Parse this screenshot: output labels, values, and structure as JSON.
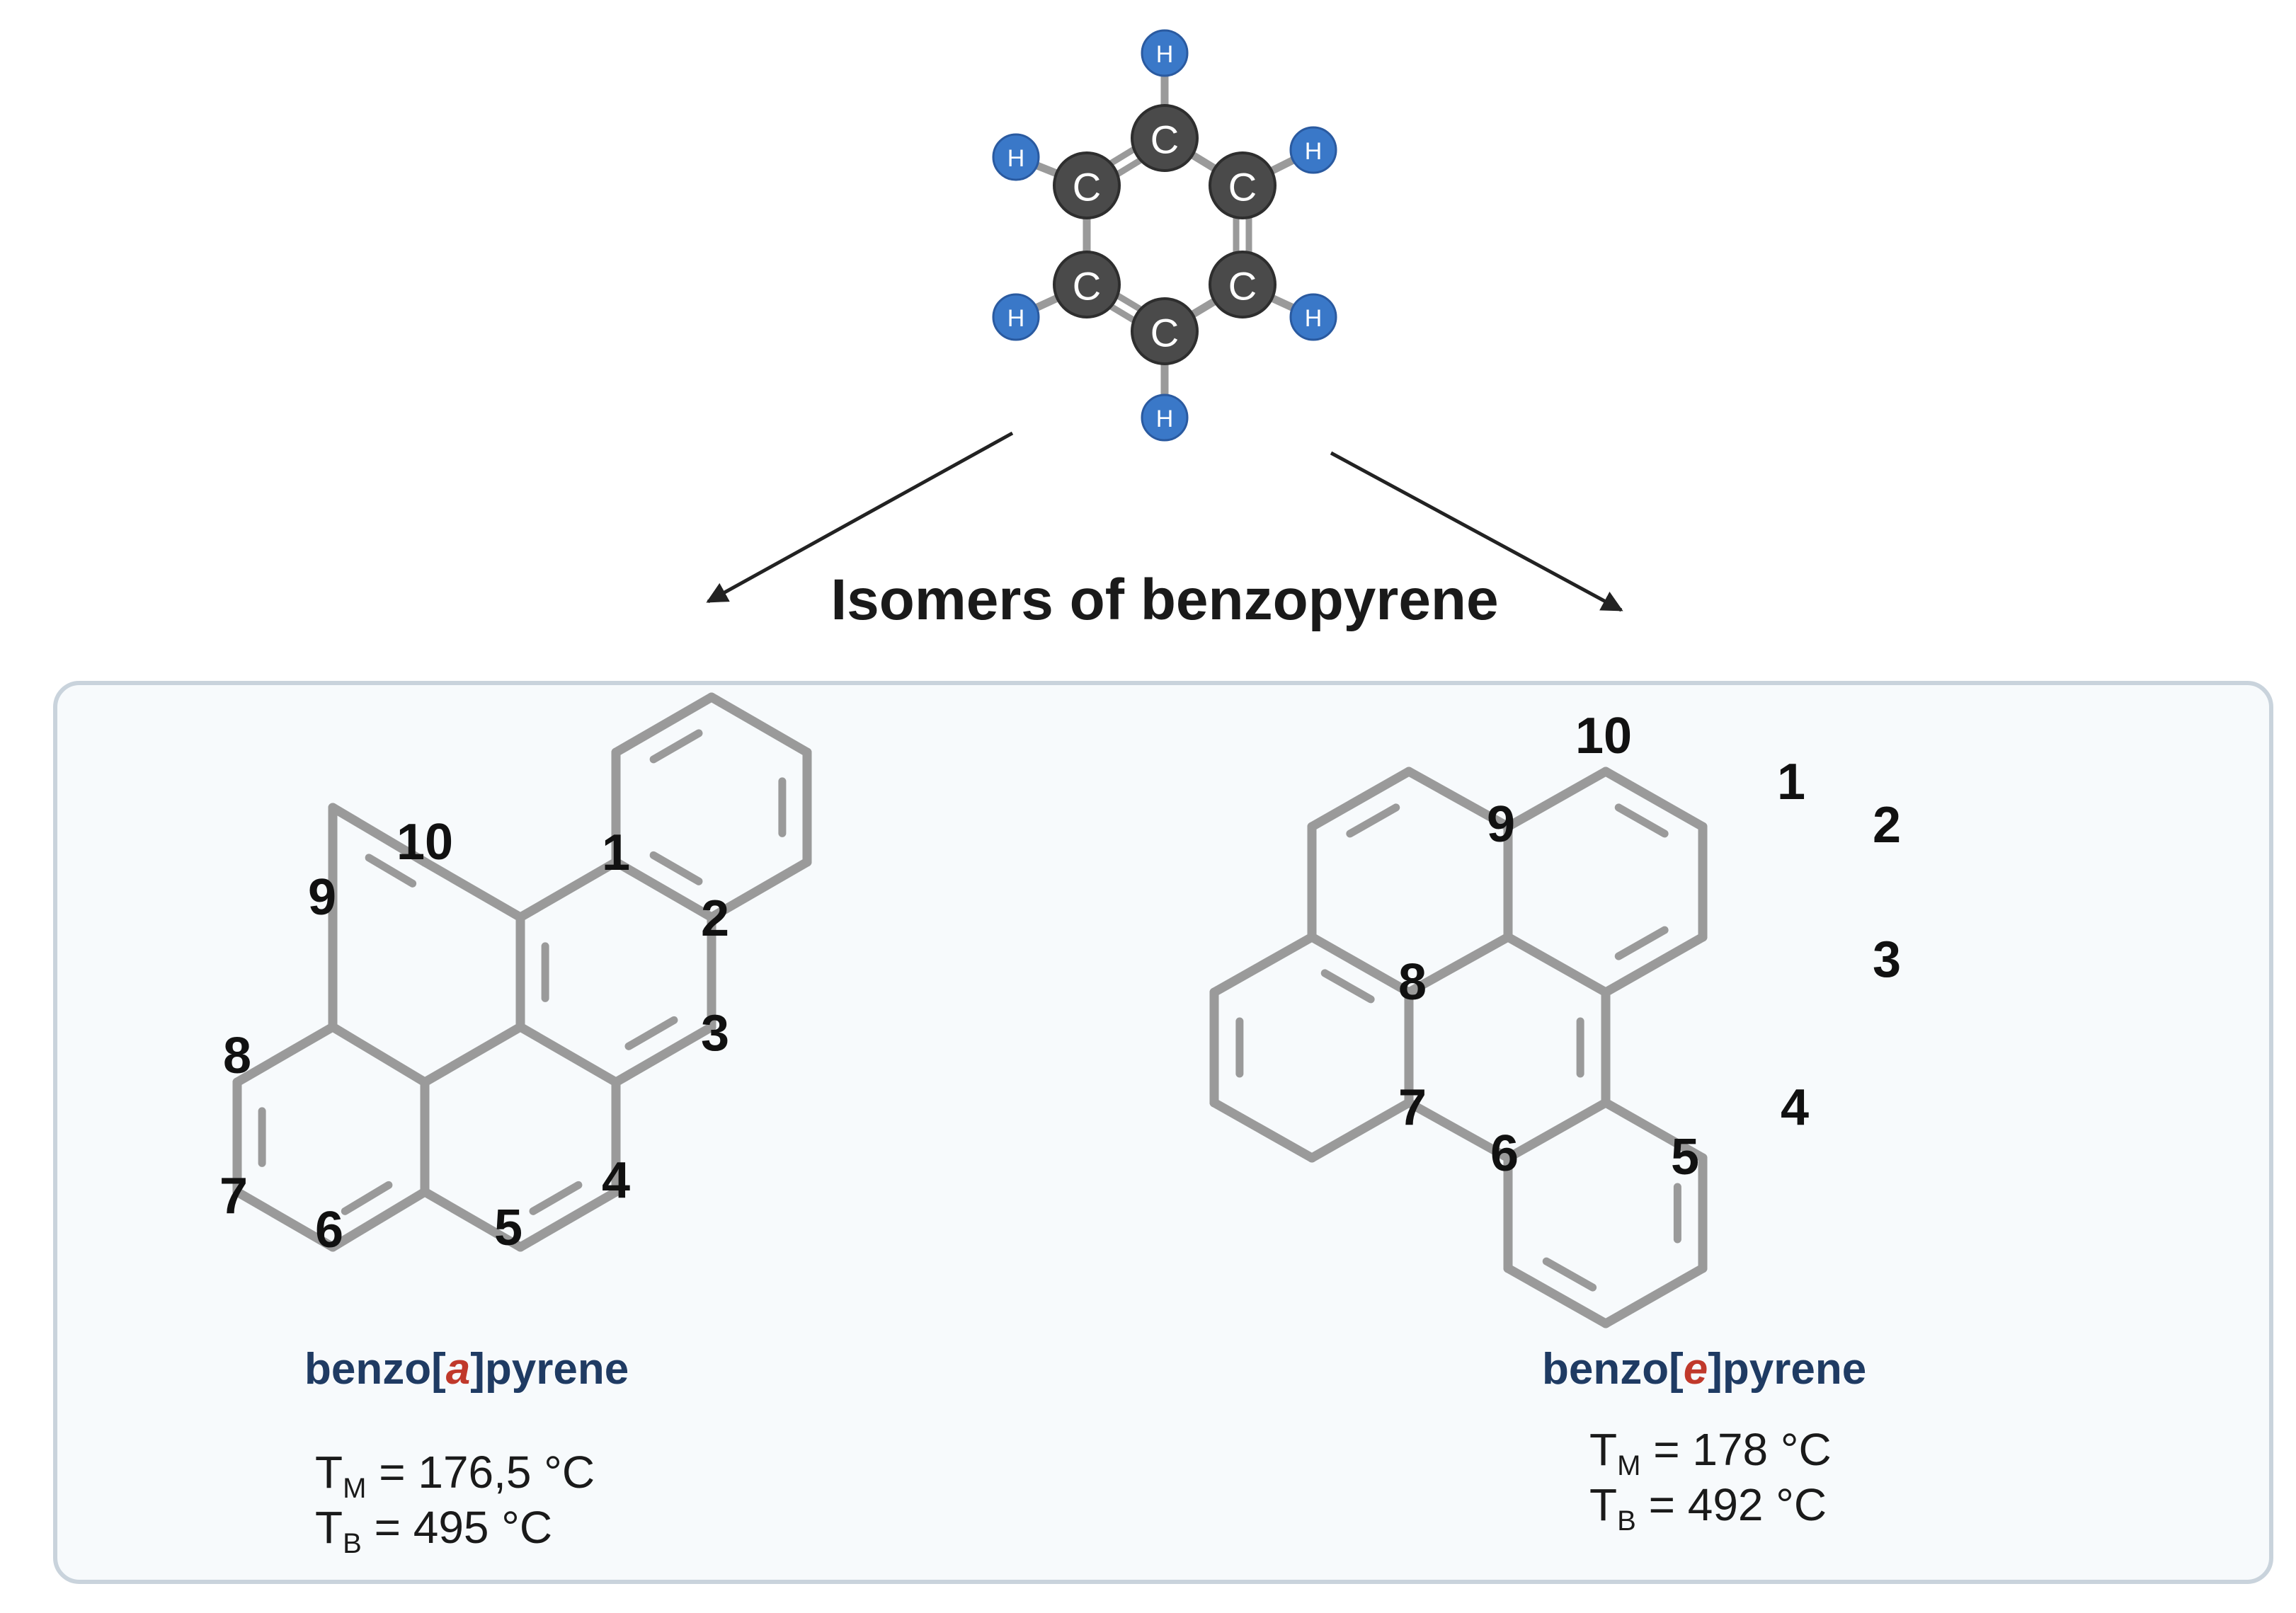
{
  "benzene": {
    "carbon_label": "C",
    "hydrogen_label": "H",
    "colors": {
      "carbon": "#4a4a4a",
      "hydrogen": "#3a78c8",
      "bond": "#9a9a9a"
    }
  },
  "title": "Isomers of benzopyrene",
  "panel_color": "#f7fafc",
  "panel_border_color": "#c9d3dc",
  "left": {
    "name_prefix": "benzo[",
    "name_italic": "a",
    "name_suffix": "]pyrene",
    "tm_symbol": "T",
    "tm_sub": "M",
    "tm_value": " = 176,5 °C",
    "tb_symbol": "T",
    "tb_sub": "B",
    "tb_value": " = 495 °C",
    "numbers": [
      "10",
      "9",
      "1",
      "2",
      "8",
      "3",
      "7",
      "6",
      "5",
      "4"
    ]
  },
  "right": {
    "name_prefix": "benzo[",
    "name_italic": "e",
    "name_suffix": "]pyrene",
    "tm_symbol": "T",
    "tm_sub": "M",
    "tm_value": " = 178 °C",
    "tb_symbol": "T",
    "tb_sub": "B",
    "tb_value": " = 492 °C",
    "numbers": [
      "10",
      "1",
      "9",
      "2",
      "8",
      "3",
      "7",
      "4",
      "6",
      "5"
    ]
  }
}
